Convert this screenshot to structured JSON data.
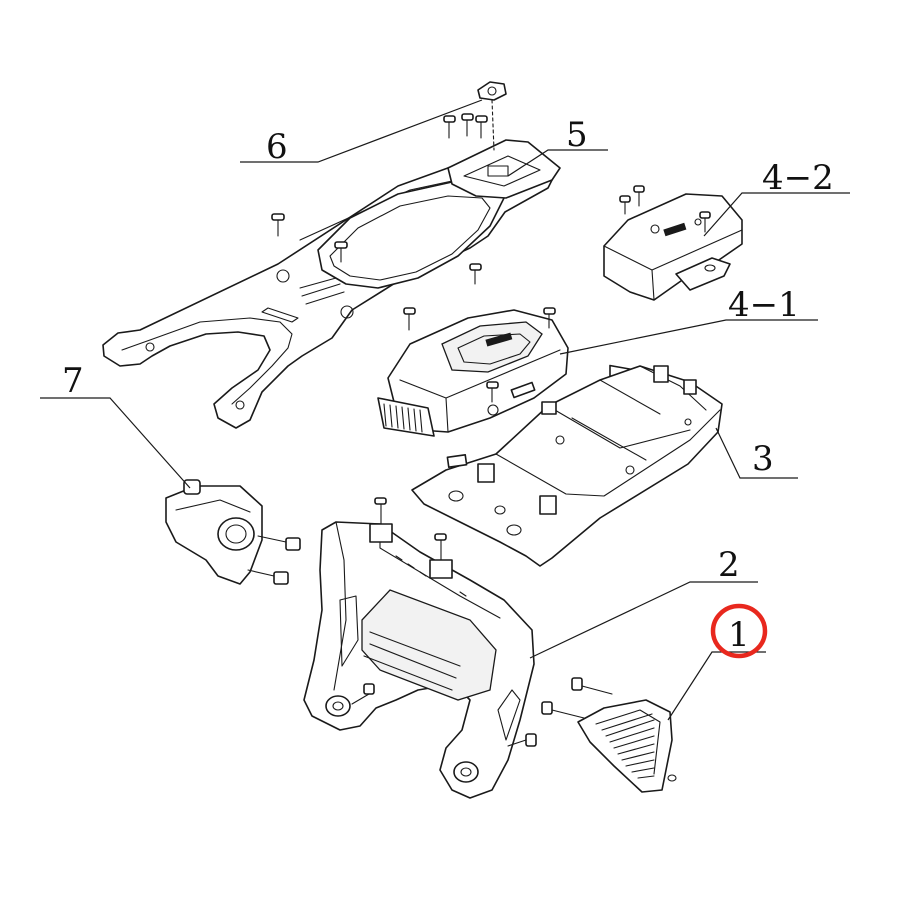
{
  "labels": {
    "l1": "1",
    "l2": "2",
    "l3": "3",
    "l41": "4−1",
    "l42": "4−2",
    "l5": "5",
    "l6": "6",
    "l7": "7"
  },
  "colors": {
    "highlight": "#e8281e",
    "line": "#1a1a1a",
    "background": "#ffffff"
  }
}
